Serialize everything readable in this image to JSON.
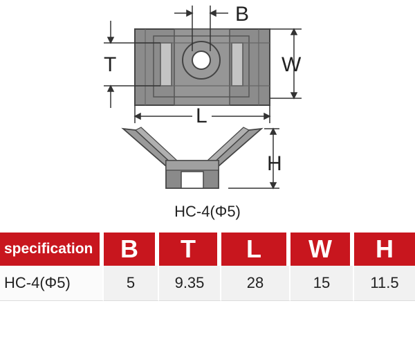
{
  "dimensions": {
    "b": "B",
    "t": "T",
    "w": "W",
    "l": "L",
    "h": "H"
  },
  "model_caption": "HC-4(Φ5)",
  "table": {
    "headers": [
      "specification",
      "B",
      "T",
      "L",
      "W",
      "H"
    ],
    "rows": [
      [
        "HC-4(Φ5)",
        "5",
        "9.35",
        "28",
        "15",
        "11.5"
      ]
    ]
  },
  "colors": {
    "header_red": "#c8161e",
    "part_gray": "#8a8a8a",
    "part_dark": "#5a5a5a"
  }
}
